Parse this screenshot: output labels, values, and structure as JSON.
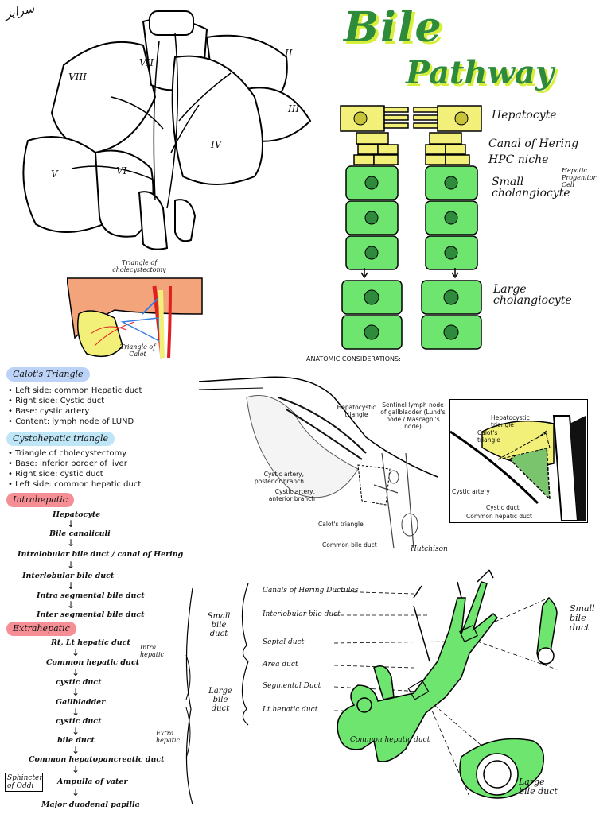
{
  "signature": "سرايز",
  "title": {
    "line1": "Bile",
    "line2": "Pathway"
  },
  "liver": {
    "segments": [
      "VIII",
      "VII",
      "II",
      "III",
      "IV",
      "V",
      "VI"
    ]
  },
  "cell_labels": {
    "hepatocyte": "Hepatocyte",
    "canal": "Canal of Hering",
    "hpc": "HPC niche",
    "hpc_note": "Hepatic Progenitor Cell",
    "small": "Small cholangiocyte",
    "large": "Large cholangiocyte"
  },
  "triangle_figure": {
    "label_top": "Triangle of cholecystectomy",
    "label_bottom": "Triangle of Calot"
  },
  "calots": {
    "heading": "Calot's Triangle",
    "items": [
      "Left side: common Hepatic duct",
      "Right side: Cystic duct",
      "Base: cystic artery",
      "Content: lymph node of LUND"
    ]
  },
  "cystohepatic": {
    "heading": "Cystohepatic triangle",
    "items": [
      "Triangle of cholecystectomy",
      "Base: inferior border of liver",
      "Right side: cystic duct",
      "Left side: common hepatic duct"
    ]
  },
  "intrahepatic": {
    "heading": "Intrahepatic",
    "steps": [
      "Hepatocyte",
      "Bile canaliculi",
      "Intralobular bile duct / canal of Hering",
      "Interlobular bile duct",
      "Intra segmental bile duct",
      "Inter segmental bile duct"
    ]
  },
  "extrahepatic": {
    "heading": "Extrahepatic",
    "steps": [
      "Rt, Lt hepatic duct",
      "Common hepatic duct",
      "cystic duct",
      "Gallbladder",
      "cystic duct",
      "bile duct",
      "Common hepatopancreatic duct",
      "Ampulla of vater",
      "Major duodenal papilla"
    ],
    "sphincter": "Sphincter of Oddi"
  },
  "anatomy": {
    "heading": "ANATOMIC CONSIDERATIONS:",
    "labels": [
      "Hepatocystic triangle",
      "Sentinel lymph node of gallbladder (Lund's node / Mascagni's node)",
      "Cystic artery, posterior branch",
      "Cystic artery, anterior branch",
      "Calot's triangle",
      "Common bile duct"
    ],
    "inset": [
      "Hepatocystic triangle",
      "Calot's triangle",
      "Cystic artery",
      "Cystic duct",
      "Common hepatic duct"
    ],
    "signature": "Hutchison"
  },
  "duct_tree": {
    "small_group": "Small bile duct",
    "large_group": "Large bile duct",
    "small_items": [
      "Canals of Hering Ductules",
      "Interlobular bile duct",
      "Septal duct"
    ],
    "large_items": [
      "Area duct",
      "Segmental Duct",
      "Lt hepatic duct"
    ],
    "intra": "Intra hepatic",
    "extra": "Extra hepatic",
    "common": "Common hepatic duct",
    "small_callout": "Small bile duct",
    "large_callout": "Large bile duct"
  },
  "colors": {
    "green": "#6ee56e",
    "yellow": "#f3f07a",
    "title": "#2e8b3c",
    "highlight": "#d8ef3a",
    "red": "#e02020",
    "orange": "#f4a47a"
  }
}
